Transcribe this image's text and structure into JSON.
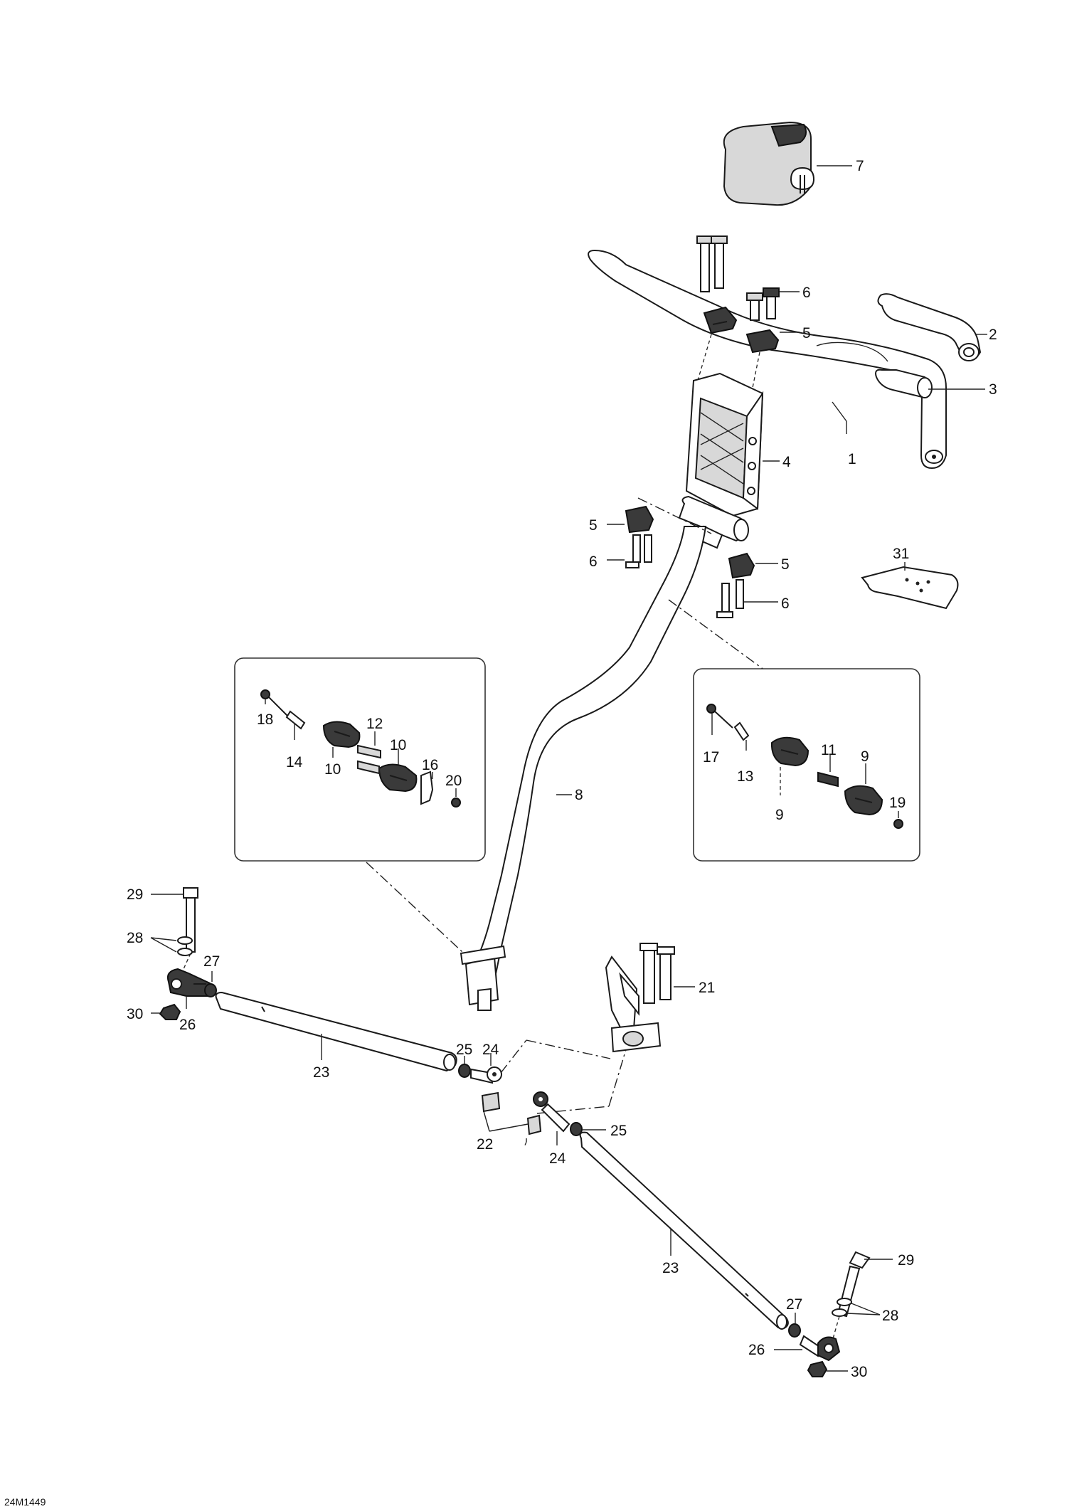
{
  "drawing_code": "24M1449",
  "callouts": {
    "c1": "1",
    "c2": "2",
    "c3": "3",
    "c4": "4",
    "c5a": "5",
    "c5b": "5",
    "c5c": "5",
    "c6a": "6",
    "c6b": "6",
    "c6c": "6",
    "c7": "7",
    "c8": "8",
    "c9a": "9",
    "c9b": "9",
    "c10a": "10",
    "c10b": "10",
    "c11": "11",
    "c12": "12",
    "c13": "13",
    "c14": "14",
    "c16": "16",
    "c17": "17",
    "c18": "18",
    "c19": "19",
    "c20": "20",
    "c21": "21",
    "c22": "22",
    "c23a": "23",
    "c23b": "23",
    "c24a": "24",
    "c24b": "24",
    "c25a": "25",
    "c25b": "25",
    "c26a": "26",
    "c26b": "26",
    "c27a": "27",
    "c27b": "27",
    "c28a": "28",
    "c28b": "28",
    "c29a": "29",
    "c29b": "29",
    "c30a": "30",
    "c30b": "30",
    "c31": "31"
  }
}
